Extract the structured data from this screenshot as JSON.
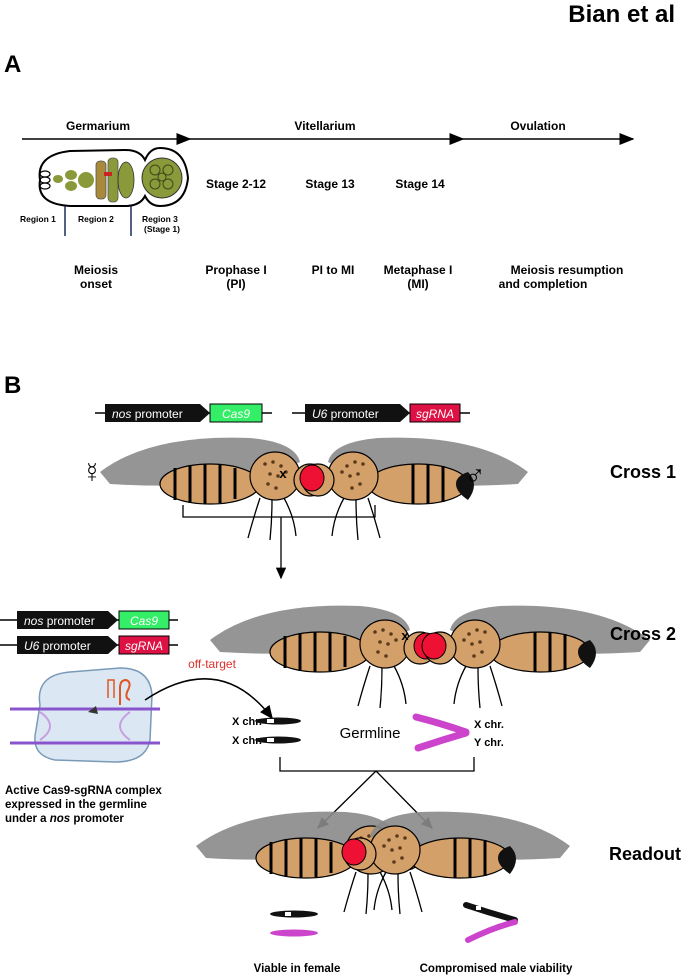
{
  "header": {
    "author": "Bian et al"
  },
  "panel_a": {
    "label": "A",
    "phases": [
      "Germarium",
      "Vitellarium",
      "Ovulation"
    ],
    "regions": {
      "r1": "Region 1",
      "r2": "Region 2",
      "r3": "Region 3",
      "r3_sub": "(Stage 1)"
    },
    "stages": {
      "s1": "Stage 2-12",
      "s2": "Stage 13",
      "s3": "Stage 14"
    },
    "events": {
      "e1a": "Meiosis",
      "e1b": "onset",
      "e2a": "Prophase I",
      "e2b": "(PI)",
      "e3": "PI to MI",
      "e4a": "Metaphase I",
      "e4b": "(MI)",
      "e5a": "Meiosis resumption",
      "e5b": "and completion"
    }
  },
  "panel_b": {
    "label": "B",
    "cross1": "Cross 1",
    "cross2": "Cross 2",
    "readout": "Readout",
    "cross_symbol": "x",
    "female_symbol": "☿",
    "male_symbol": "♂",
    "nos_promoter": {
      "italic": "nos",
      "rest": " promoter"
    },
    "u6_promoter": {
      "italic": "U6",
      "rest": " promoter"
    },
    "cas9": "Cas9",
    "sgrna": "sgRNA",
    "off_target": "off-target",
    "germline": "Germline",
    "x_chr": "X chr.",
    "y_chr": "Y chr.",
    "complex_line1": "Active Cas9-sgRNA complex",
    "complex_line2": "expressed in the germline",
    "complex_line3_a": "under a ",
    "complex_line3_b": "nos",
    "complex_line3_c": " promoter",
    "viable_female": "Viable in female",
    "compromised_male": "Compromised male viability"
  },
  "colors": {
    "cas9_fill": "#33ee66",
    "sgrna_fill": "#dd1144",
    "off_target_text": "#e0302a",
    "y_chromosome": "#cc44cc",
    "fly_eye": "#ee1133",
    "fly_body": "#d4a06a",
    "fly_wing": "#8a8a8a",
    "egg_green": "#8a9a3a"
  }
}
